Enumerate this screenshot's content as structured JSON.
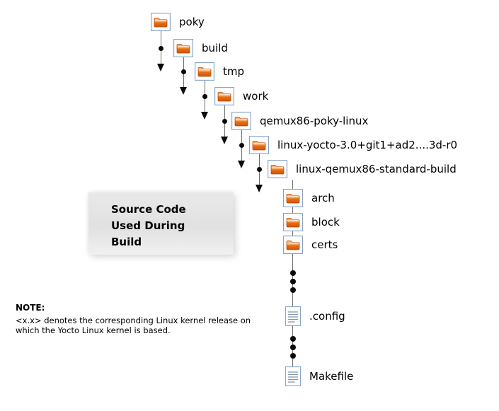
{
  "diagram": {
    "tree": {
      "nodes": [
        {
          "label": "poky",
          "icon": "folder-icon"
        },
        {
          "label": "build",
          "icon": "folder-icon"
        },
        {
          "label": "tmp",
          "icon": "folder-icon"
        },
        {
          "label": "work",
          "icon": "folder-icon"
        },
        {
          "label": "qemux86-poky-linux",
          "icon": "folder-icon"
        },
        {
          "label": "linux-yocto-3.0+git1+ad2....3d-r0",
          "icon": "folder-icon"
        },
        {
          "label": "linux-qemux86-standard-build",
          "icon": "folder-icon"
        },
        {
          "label": "arch",
          "icon": "folder-icon"
        },
        {
          "label": "block",
          "icon": "folder-icon"
        },
        {
          "label": "certs",
          "icon": "folder-icon"
        },
        {
          "label": ".config",
          "icon": "file-icon"
        },
        {
          "label": "Makefile",
          "icon": "file-icon"
        }
      ]
    },
    "callout": {
      "lines": [
        "Source Code",
        "Used During",
        "Build"
      ]
    },
    "note": {
      "heading": "NOTE:",
      "body_line1": "<x.x> denotes the corresponding Linux kernel release on",
      "body_line2": "which the Yocto Linux kernel is based."
    },
    "colors": {
      "folder_orange": "#ee7412",
      "icon_frame_blue": "#8aa5c6",
      "connector_gray": "#6e6e6e",
      "callout_bg": "#e6e6e6",
      "text": "#000000"
    }
  }
}
